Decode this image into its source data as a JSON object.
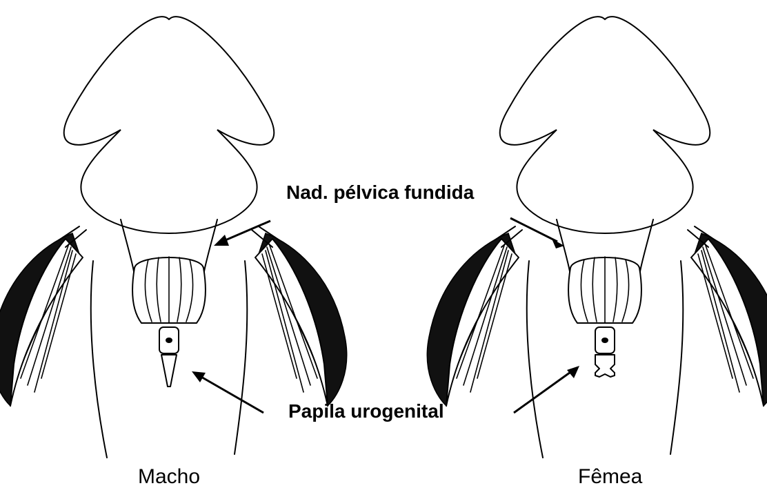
{
  "labels": {
    "pelvic_fin": "Nad. pélvica fundida",
    "papilla": "Papila urogenital",
    "male": "Macho",
    "female": "Fêmea"
  },
  "colors": {
    "line": "#000000",
    "background": "#ffffff"
  }
}
